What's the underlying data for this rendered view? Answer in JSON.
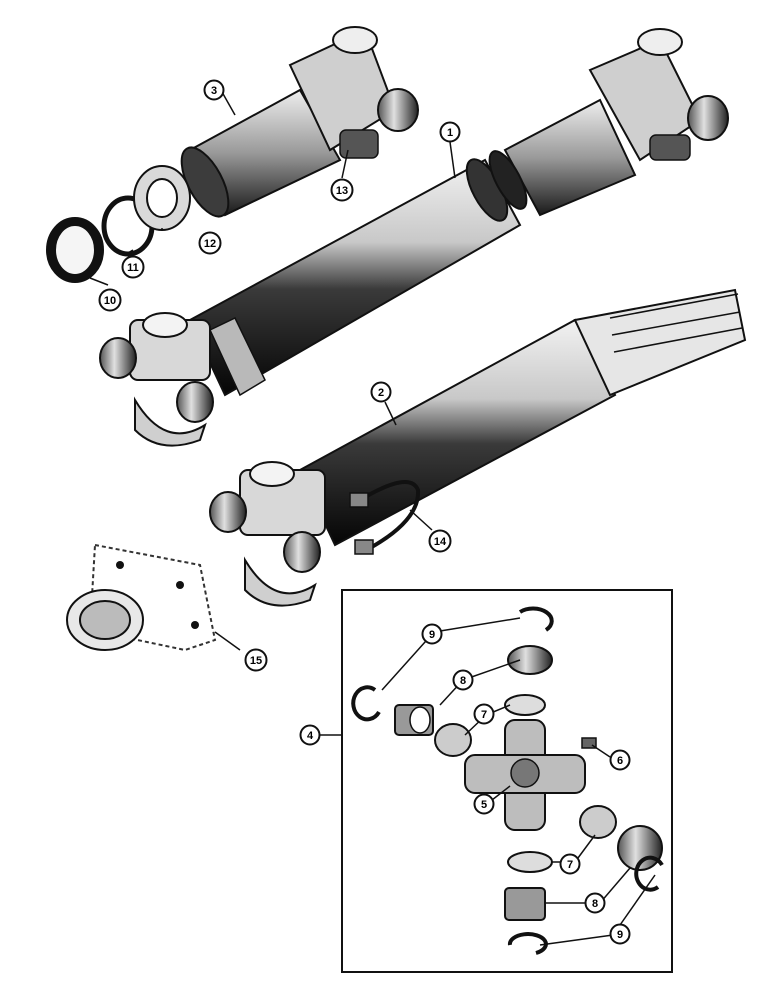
{
  "diagram": {
    "callouts": [
      {
        "id": "c1",
        "label": "1"
      },
      {
        "id": "c2",
        "label": "2"
      },
      {
        "id": "c3",
        "label": "3"
      },
      {
        "id": "c4",
        "label": "4"
      },
      {
        "id": "c5",
        "label": "5"
      },
      {
        "id": "c6",
        "label": "6"
      },
      {
        "id": "c7a",
        "label": "7"
      },
      {
        "id": "c7b",
        "label": "7"
      },
      {
        "id": "c8a",
        "label": "8"
      },
      {
        "id": "c8b",
        "label": "8"
      },
      {
        "id": "c9a",
        "label": "9"
      },
      {
        "id": "c9b",
        "label": "9"
      },
      {
        "id": "c10",
        "label": "10"
      },
      {
        "id": "c11",
        "label": "11"
      },
      {
        "id": "c12",
        "label": "12"
      },
      {
        "id": "c13",
        "label": "13"
      },
      {
        "id": "c14",
        "label": "14"
      },
      {
        "id": "c15",
        "label": "15"
      }
    ]
  }
}
